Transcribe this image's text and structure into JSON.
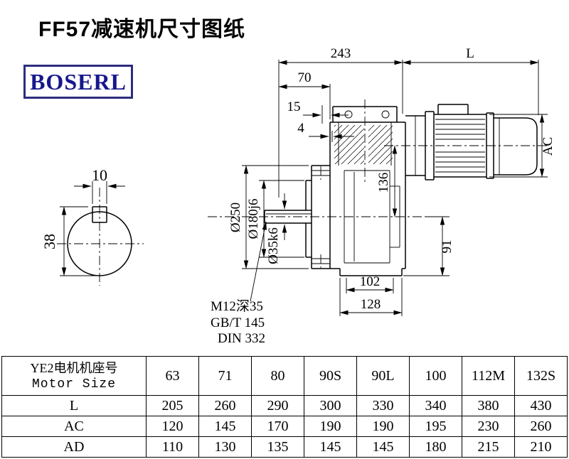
{
  "page": {
    "title": "FF57减速机尺寸图纸",
    "brand": "BOSERL",
    "brand_color": "#17178c",
    "brand_border_color": "#2d2d7d"
  },
  "drawing": {
    "dims": {
      "d243": "243",
      "dL": "L",
      "d70": "70",
      "d15": "15",
      "d4": "4",
      "dia250": "Ø250",
      "dia180": "Ø180j6",
      "dia35": "Ø35k6",
      "d136": "136",
      "dAC": "AC",
      "d91": "91",
      "d102": "102",
      "d128": "128",
      "d10": "10",
      "d38": "38"
    },
    "notes": {
      "tap": "M12深35",
      "std_gb": "GB/T 145",
      "std_din": "DIN 332"
    }
  },
  "table": {
    "header": {
      "label_cn": "YE2电机机座号",
      "label_en": "Motor Size",
      "sizes": [
        "63",
        "71",
        "80",
        "90S",
        "90L",
        "100",
        "112M",
        "132S"
      ]
    },
    "rows": [
      {
        "label": "L",
        "values": [
          "205",
          "260",
          "290",
          "300",
          "330",
          "340",
          "380",
          "430"
        ]
      },
      {
        "label": "AC",
        "values": [
          "120",
          "145",
          "170",
          "190",
          "190",
          "195",
          "230",
          "260"
        ]
      },
      {
        "label": "AD",
        "values": [
          "110",
          "130",
          "135",
          "145",
          "145",
          "180",
          "215",
          "210"
        ]
      }
    ]
  }
}
